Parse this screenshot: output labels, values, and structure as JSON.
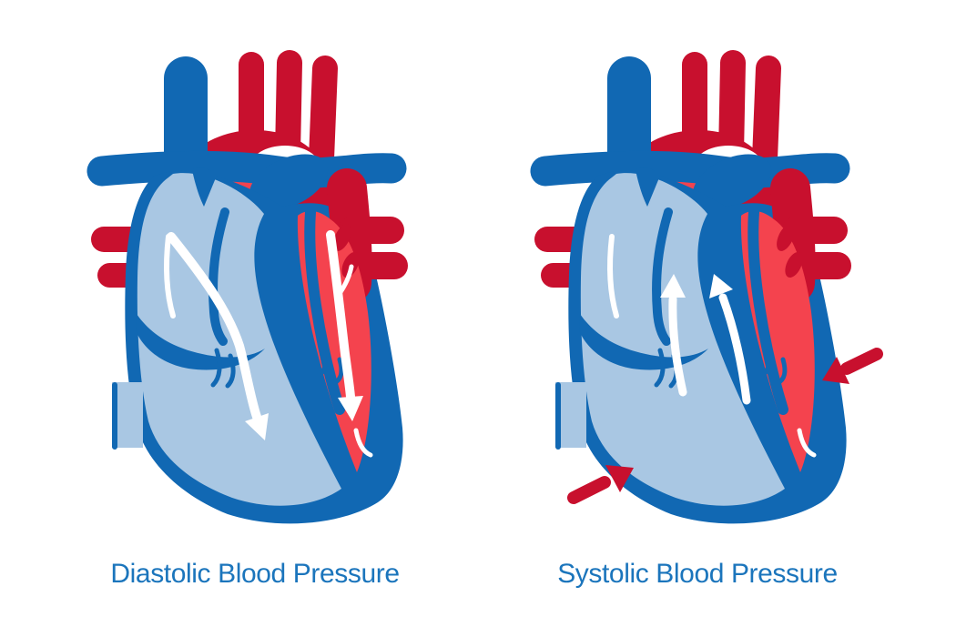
{
  "figure": {
    "type": "medical illustration — heart cross-sections",
    "panels": [
      {
        "id": "diastolic",
        "label": "Diastolic Blood Pressure",
        "white_flow_arrows": "2 arrows pointing downward (heart relaxes and fills)",
        "compression_arrows": 0
      },
      {
        "id": "systolic",
        "label": "Systolic Blood Pressure",
        "white_flow_arrows": "2 arrows pointing upward (blood ejected)",
        "compression_arrows": 2
      }
    ]
  },
  "palette": {
    "dark-blue": "#1168b3",
    "light-blue": "#a9c7e3",
    "bright-red": "#f4434e",
    "dark-red": "#c8102e",
    "label-blue": "#1b75bc",
    "background": "#ffffff"
  }
}
